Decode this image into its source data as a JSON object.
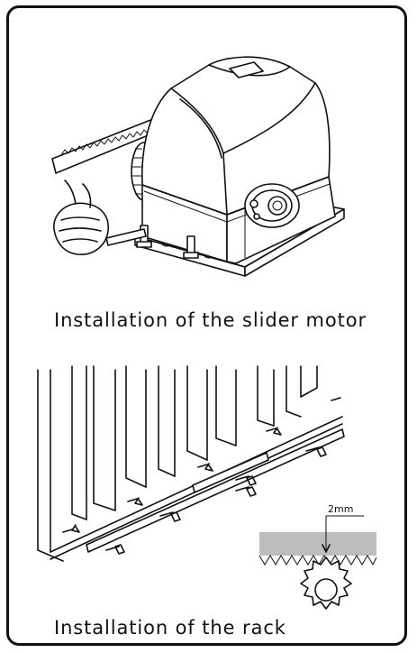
{
  "captions": {
    "motor": "Installation of the slider motor",
    "rack": "Installation of the rack"
  },
  "dimension_label": "2mm",
  "colors": {
    "frame": "#111111",
    "rack_fill": "#bdbdbd",
    "background": "#ffffff"
  }
}
